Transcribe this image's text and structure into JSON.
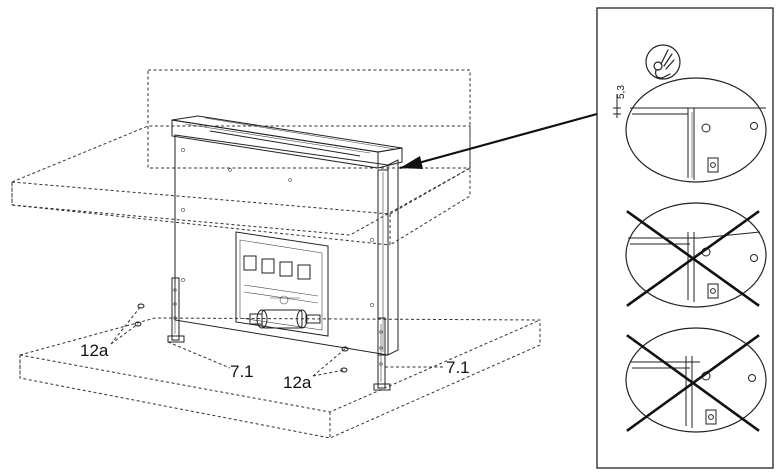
{
  "labels": {
    "screw_left": "12a",
    "bracket_left": "7.1",
    "screw_right": "12a",
    "bracket_right": "7.1",
    "dimension": "5,3"
  },
  "detail_panel": {
    "correct_symbol": "ok-hand-icon",
    "views": [
      {
        "state": "correct"
      },
      {
        "state": "incorrect"
      },
      {
        "state": "incorrect"
      }
    ]
  }
}
